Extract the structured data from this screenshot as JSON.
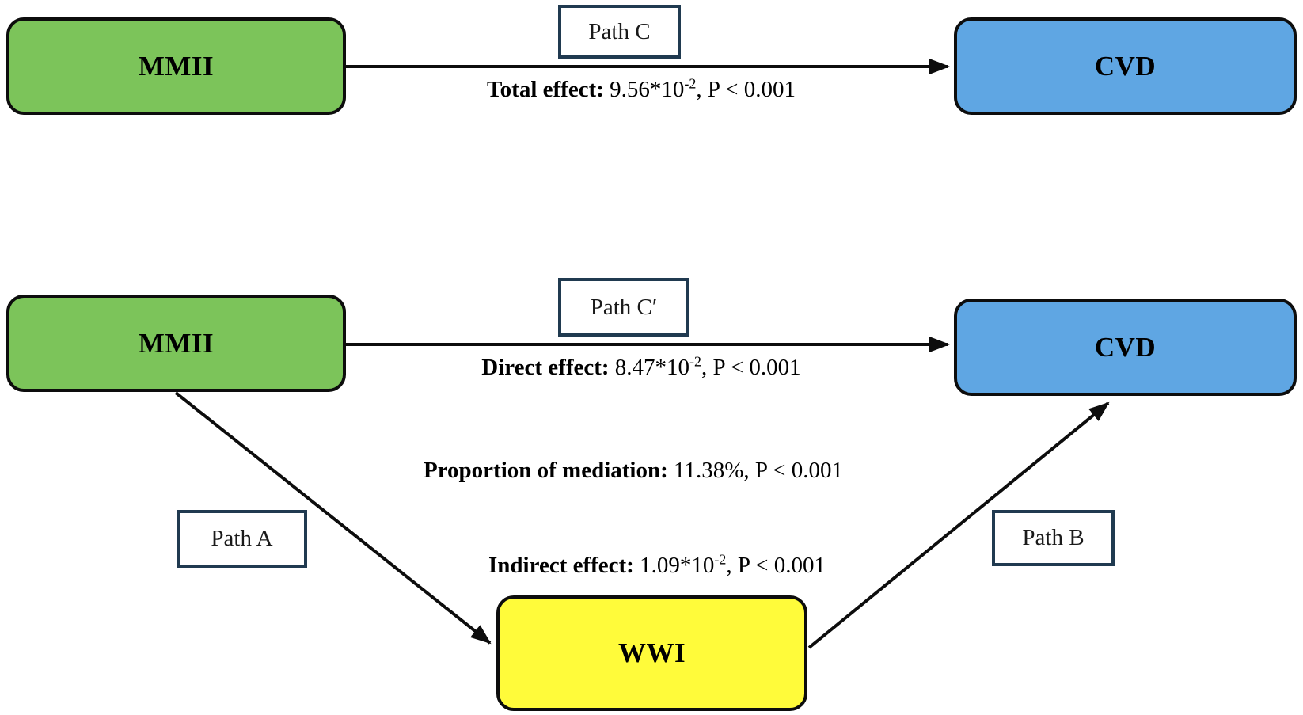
{
  "colors": {
    "exposure_fill": "#7cc45a",
    "outcome_fill": "#5fa6e3",
    "mediator_fill": "#fffb3a",
    "label_box_border": "#203a50",
    "arrow_color": "#0d0d0d"
  },
  "total_model": {
    "exposure_label": "MMII",
    "outcome_label": "CVD",
    "path_label": "Path C",
    "effect_label": "Total effect:",
    "effect_value": " 9.56*10",
    "effect_exponent": "-2",
    "effect_suffix": ", P < 0.001"
  },
  "mediation_model": {
    "exposure_label": "MMII",
    "outcome_label": "CVD",
    "mediator_label": "WWI",
    "path_c_prime_label": "Path C′",
    "path_a_label": "Path A",
    "path_b_label": "Path B",
    "direct_label": "Direct effect:",
    "direct_value": " 8.47*10",
    "direct_exponent": "-2",
    "direct_suffix": ", P < 0.001",
    "proportion_label": "Proportion of mediation:",
    "proportion_value": " 11.38%, P < 0.001",
    "indirect_label": "Indirect effect:",
    "indirect_value": " 1.09*10",
    "indirect_exponent": "-2",
    "indirect_suffix": ", P < 0.001"
  }
}
